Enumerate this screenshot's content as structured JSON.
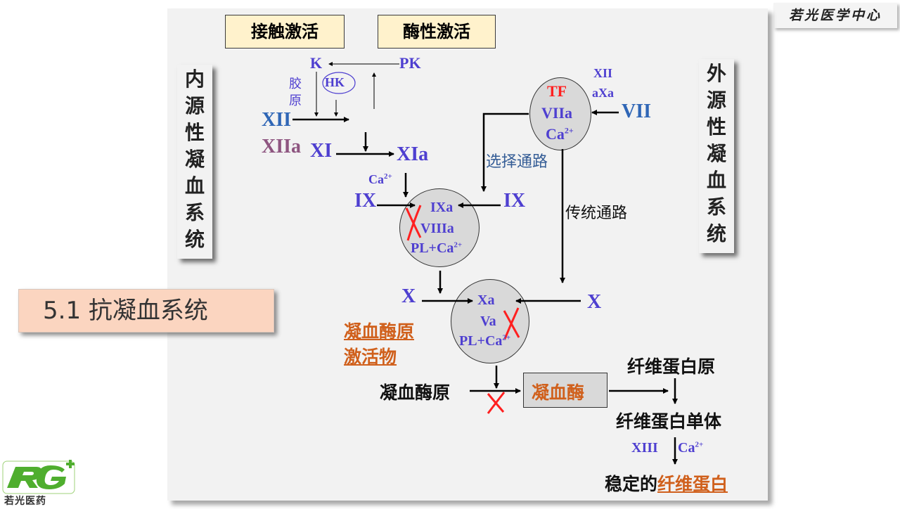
{
  "brand": {
    "text": "若光医学中心",
    "logo_letters": "RG",
    "logo_sub": "若光医药"
  },
  "section_title": "5.1  抗凝血系统",
  "headers": {
    "contact": "接触激活",
    "enzymatic": "酶性激活"
  },
  "side_labels": {
    "intrinsic": [
      "内",
      "源",
      "性",
      "凝",
      "血",
      "系",
      "统"
    ],
    "extrinsic": [
      "外",
      "源",
      "性",
      "凝",
      "血",
      "系",
      "统"
    ]
  },
  "factors": {
    "K": "K",
    "PK": "PK",
    "collagen": [
      "胶",
      "原"
    ],
    "HK": "HK",
    "XII": "XII",
    "XIIa": "XIIa",
    "XI": "XI",
    "XIa": "XIa",
    "ca_sup_label": "Ca",
    "ca_sup": "2+",
    "IX_left": "IX",
    "IX_right": "IX",
    "X_left": "X",
    "X_right": "X",
    "XII_ext": "XII",
    "aXa": "aXa",
    "VII": "VII"
  },
  "circles": {
    "tf": {
      "TF": "TF",
      "VIIa": "VIIa",
      "Ca": "Ca",
      "sup": "2+"
    },
    "ixa": {
      "IXa": "IXa",
      "VIIIa": "VIIIa",
      "PL": "PL+Ca",
      "sup": "2+"
    },
    "xa": {
      "Xa": "Xa",
      "Va": "Va",
      "PL": "PL+Ca",
      "sup": "2+"
    }
  },
  "pathways": {
    "alternative": "选择通路",
    "traditional": "传统通路"
  },
  "activator": [
    "凝血酶原",
    "激活物"
  ],
  "prothrombin": "凝血酶原",
  "thrombin": "凝血酶",
  "fibrinogen": "纤维蛋白原",
  "fibrin_monomer": "纤维蛋白单体",
  "xiii": "XIII",
  "stable_fibrin": {
    "prefix": "稳定的",
    "highlight": "纤维蛋白"
  },
  "colors": {
    "factor": "#4e3fd0",
    "factor_major": "#2f66b6",
    "xiia": "#8e5580",
    "tf": "#ff2020",
    "highlight": "#d0601c",
    "block_mark": "#ff2020",
    "pathway": "#355d96"
  }
}
